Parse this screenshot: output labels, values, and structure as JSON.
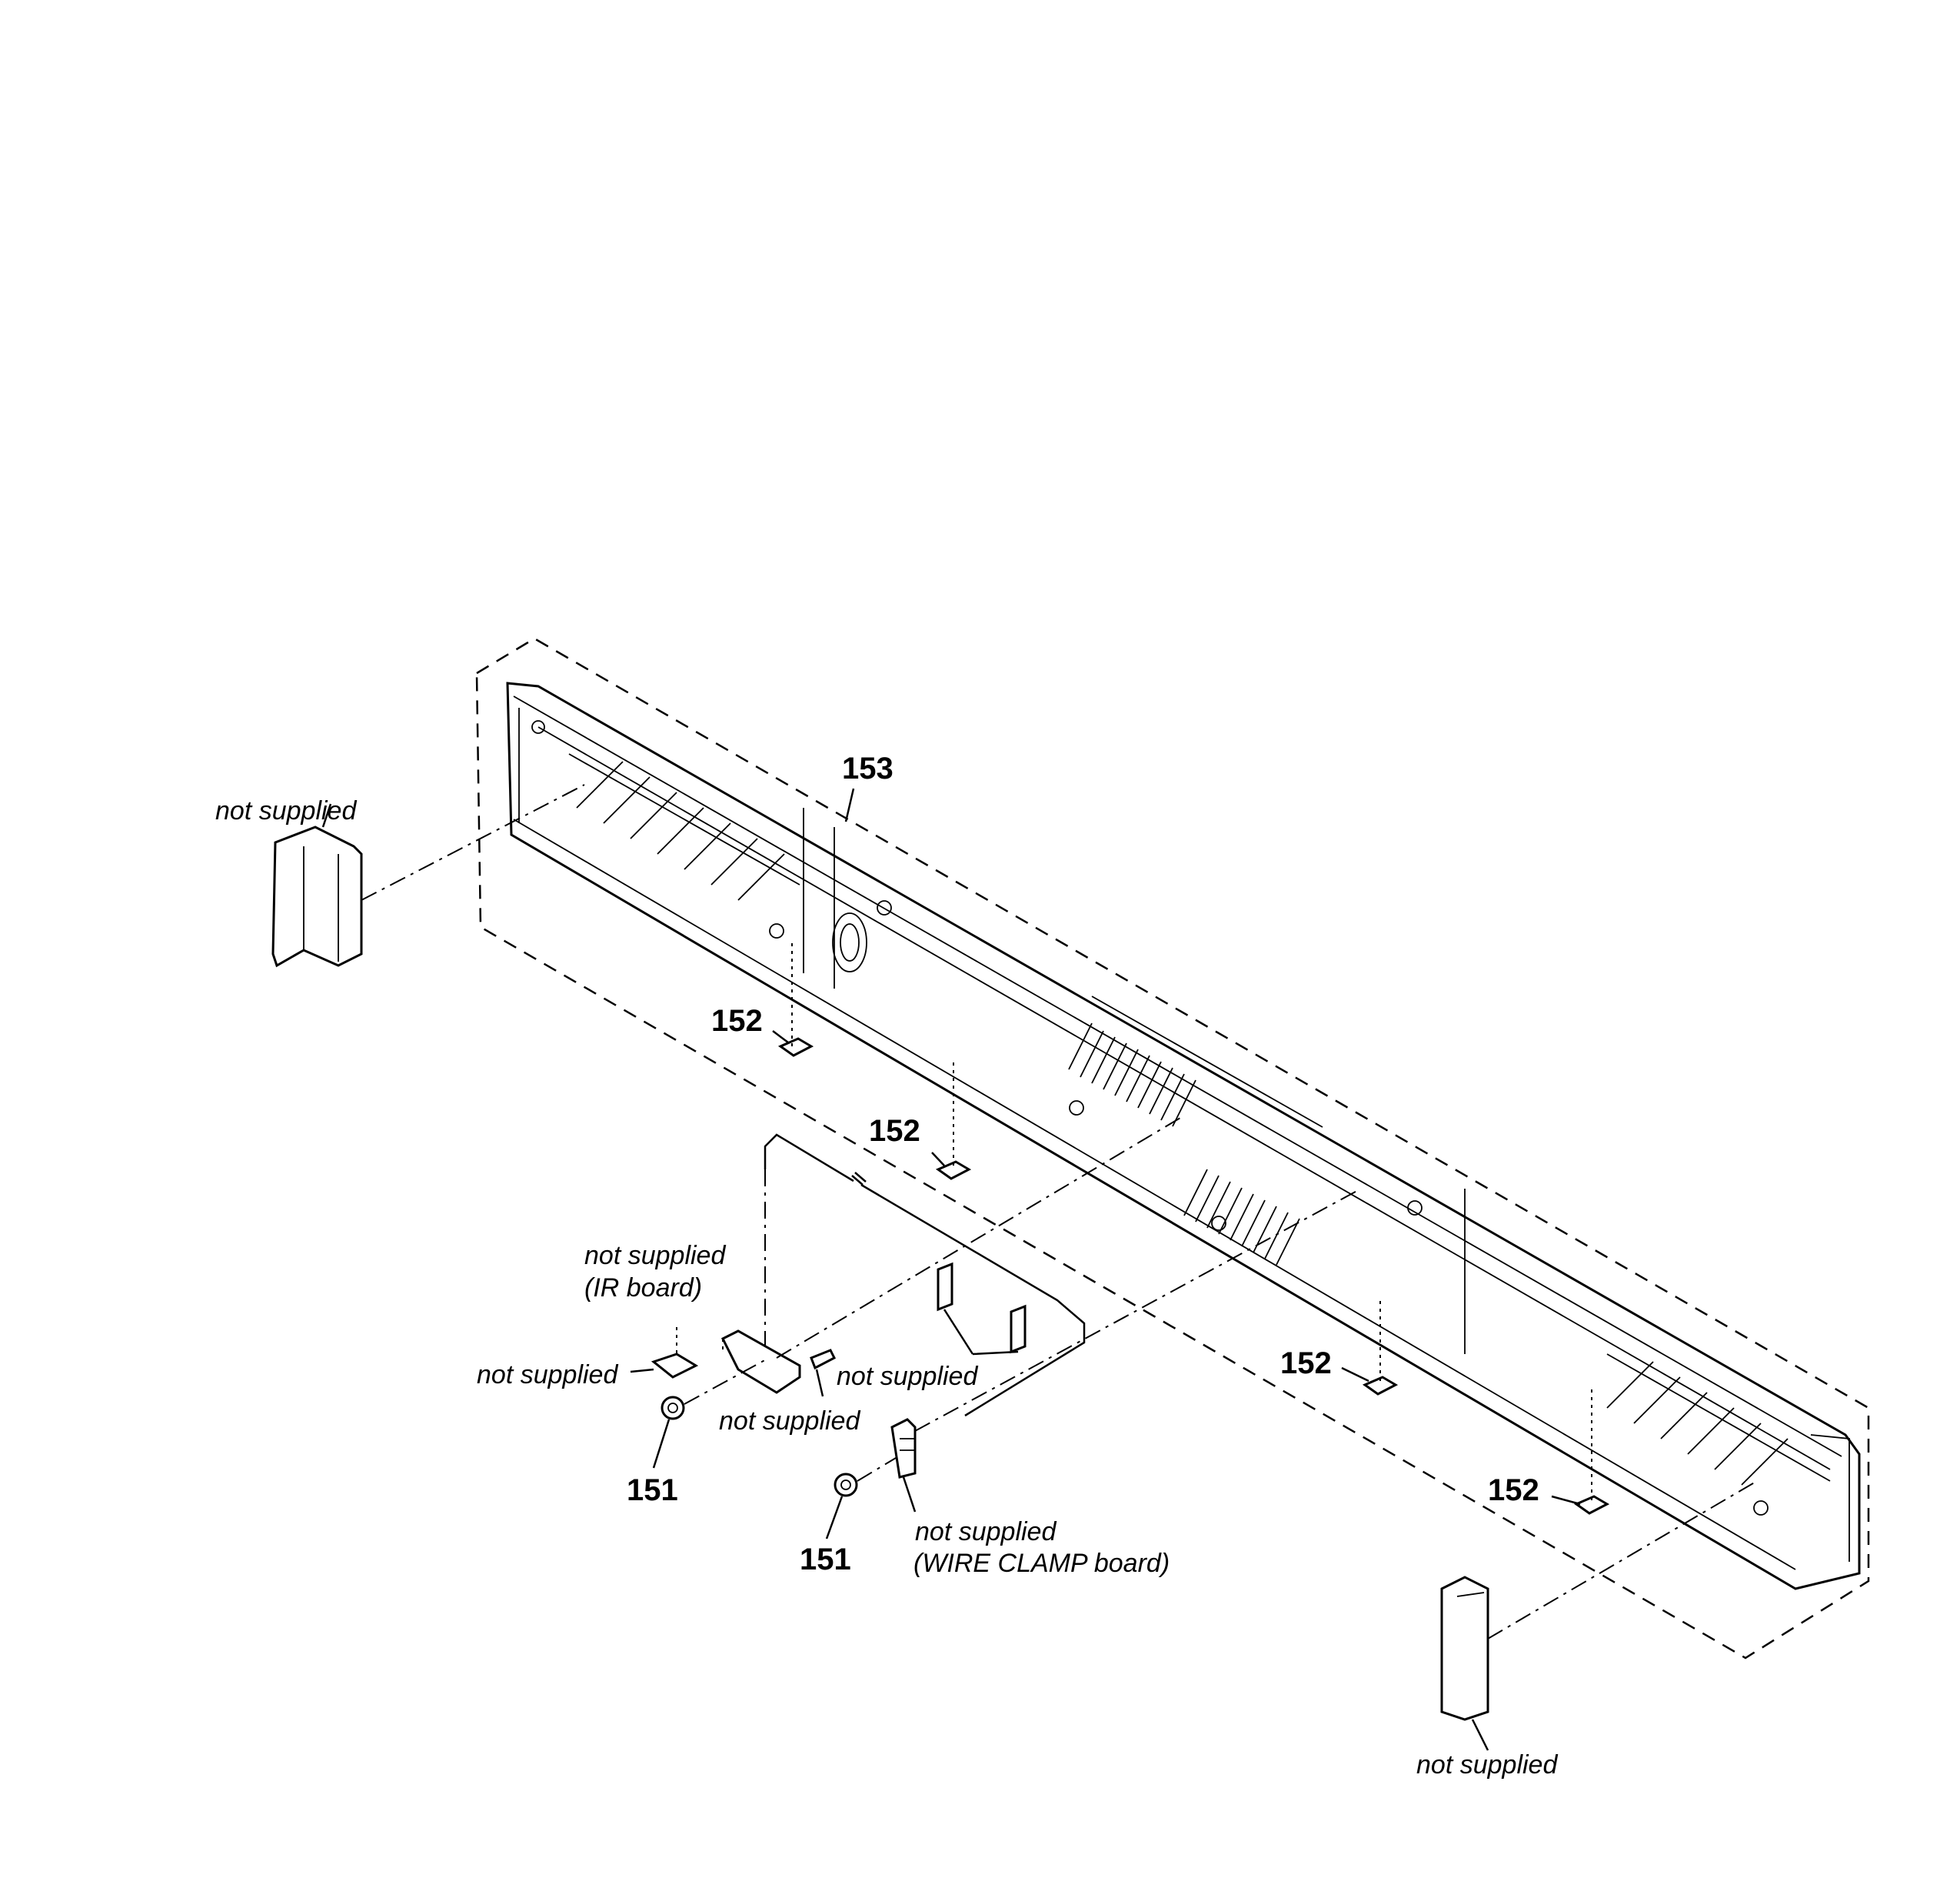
{
  "labels": {
    "part_153": "153",
    "part_152": "152",
    "part_151": "151",
    "not_supplied": "not supplied",
    "ir_board": "(IR board)",
    "wire_clamp_board": "(WIRE CLAMP board)"
  }
}
